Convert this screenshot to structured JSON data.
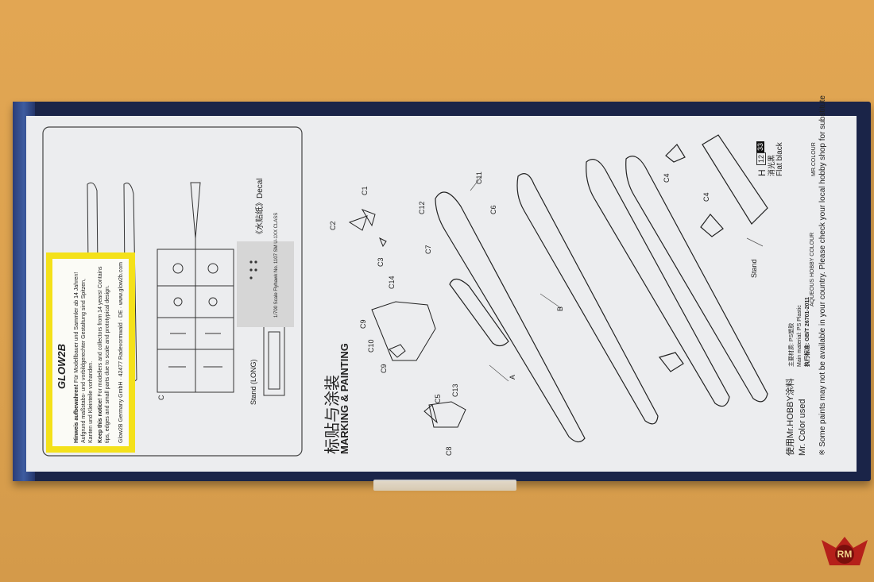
{
  "warning": {
    "logo": "GLOW2B",
    "de_title": "Hinweis aufbewahren!",
    "de_text": "Für Modellbauer und Sammler ab 14 Jahren! Aufgrund maßstabs- und vorbildgerechter Gestaltung sind Spitzen, Kanten und Kleinteile vorhanden.",
    "en_title": "Keep this notice!",
    "en_text": "For modellers and collectors from 14 years! Contains tips, edges and small parts due to scale and prototypical design.",
    "address": "Glow2B Germany GmbH · 42477 Radevormwald · DE · www.glow2b.com"
  },
  "left_panel": {
    "sprue_letter": "C",
    "stand_label": "Stand (LONG)",
    "decal_label": "《水贴纸》Decal",
    "decal_info": "1/700 Scale   Flyhawk   No. 1107   SM U-1XX CLASS"
  },
  "heading": {
    "cn": "标贴与涂装",
    "en": "MARKING & PAINTING"
  },
  "part_labels": [
    "C1",
    "C2",
    "C3",
    "C14",
    "C9",
    "C10",
    "C9",
    "C5",
    "C13",
    "C8",
    "C12",
    "C11",
    "C7",
    "C6",
    "A",
    "B",
    "C4",
    "C4",
    "Stand"
  ],
  "paint": {
    "code_h": "H",
    "num_12": "12",
    "num_33": "33",
    "name_cn": "消光黑",
    "name_en": "Flat black",
    "mr_colour": "MR.COLOUR",
    "aqueous": "AQUEOUS HOBBY COLOUR",
    "used_cn": "使用Mr.HOBBY涂料",
    "used_en": "Mr. Color used",
    "note": "※ Some paints may not be available in your country. Please check your local hobby shop for substitute",
    "material_cn": "主要材质: PS塑胶",
    "material_en": "Main material: PS Plastic",
    "standard": "执行标准: GB/T 26701-2011"
  },
  "watermark": "RM",
  "colors": {
    "yellow": "#f4e11a",
    "navy": "#1a2448",
    "paper": "#ecedef"
  }
}
